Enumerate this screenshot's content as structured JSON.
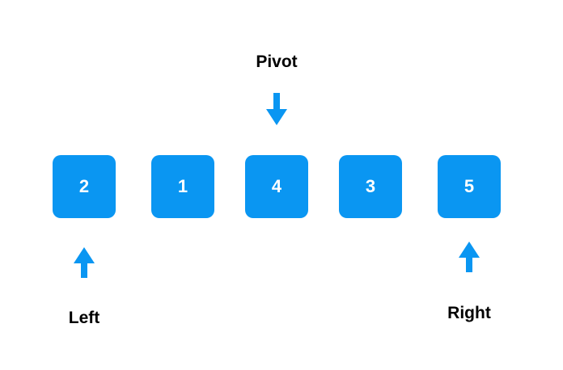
{
  "colors": {
    "box": "#0A96F2",
    "box_text": "#FFFFFF",
    "arrow": "#0A96F2",
    "label": "#000000"
  },
  "array": {
    "values": [
      "2",
      "1",
      "4",
      "3",
      "5"
    ]
  },
  "markers": {
    "pivot": {
      "label": "Pivot",
      "arrow": "arrow-down-icon"
    },
    "left": {
      "label": "Left",
      "arrow": "arrow-up-icon"
    },
    "right": {
      "label": "Right",
      "arrow": "arrow-up-icon"
    }
  }
}
